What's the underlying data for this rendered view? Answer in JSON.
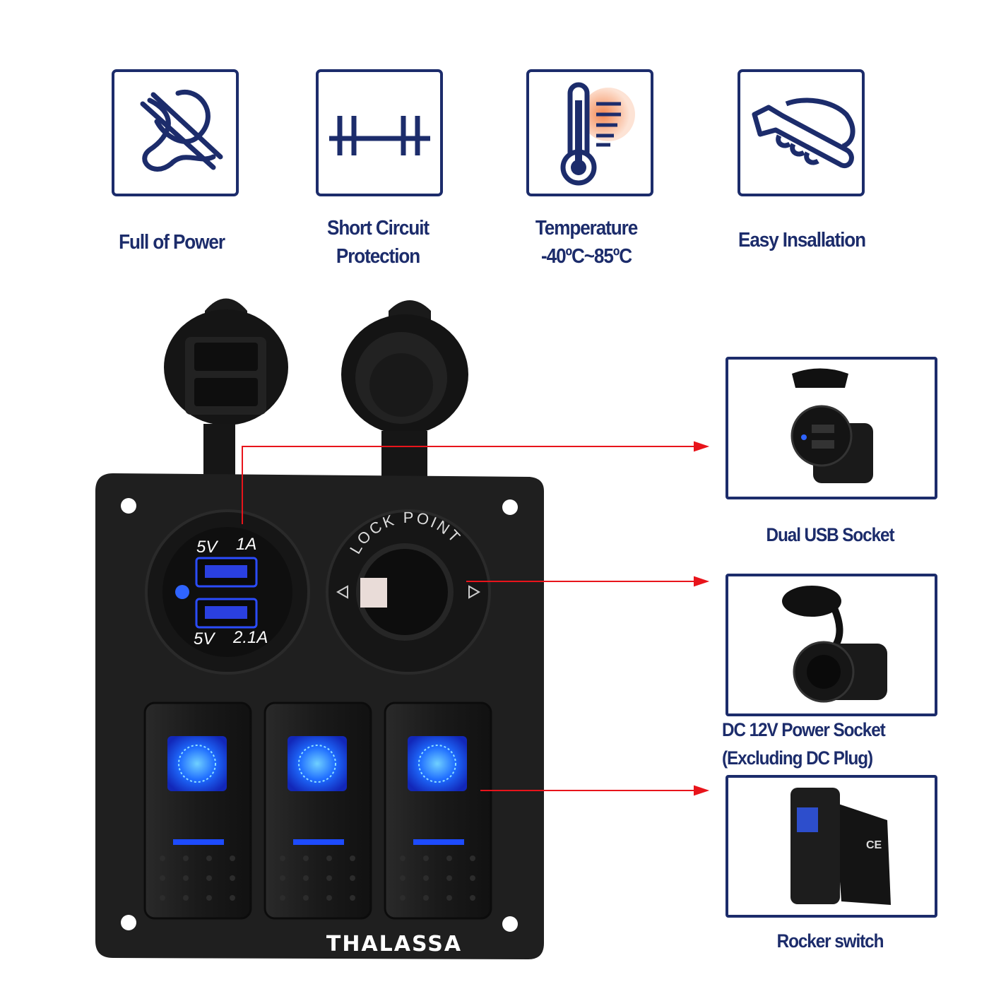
{
  "features": [
    {
      "icon": "cable-power-icon",
      "label": "Full of Power"
    },
    {
      "icon": "circuit-breaker-icon",
      "label_line1": "Short Circuit",
      "label_line2": "Protection"
    },
    {
      "icon": "thermometer-icon",
      "label_line1": "Temperature",
      "label_line2": "-40ºC~85ºC"
    },
    {
      "icon": "hand-wrench-icon",
      "label": "Easy Insallation"
    }
  ],
  "panel": {
    "brand": "THALASSA",
    "usb_top_label": [
      "5V",
      "1A"
    ],
    "usb_bottom_label": [
      "5V",
      "2.1A"
    ],
    "socket_ring_text": "LOCK POINT",
    "led_color": "#1d4bff",
    "switch_count": 3
  },
  "components": [
    {
      "icon": "dual-usb-socket-icon",
      "label": "Dual USB Socket"
    },
    {
      "icon": "dc-power-socket-icon",
      "label_line1": "DC 12V Power Socket",
      "label_line2": "(Excluding DC Plug)"
    },
    {
      "icon": "rocker-switch-icon",
      "label": "Rocker switch"
    }
  ],
  "colors": {
    "navy": "#1c2c6b",
    "arrow": "#e8141b",
    "panel": "#1f1f1f"
  }
}
